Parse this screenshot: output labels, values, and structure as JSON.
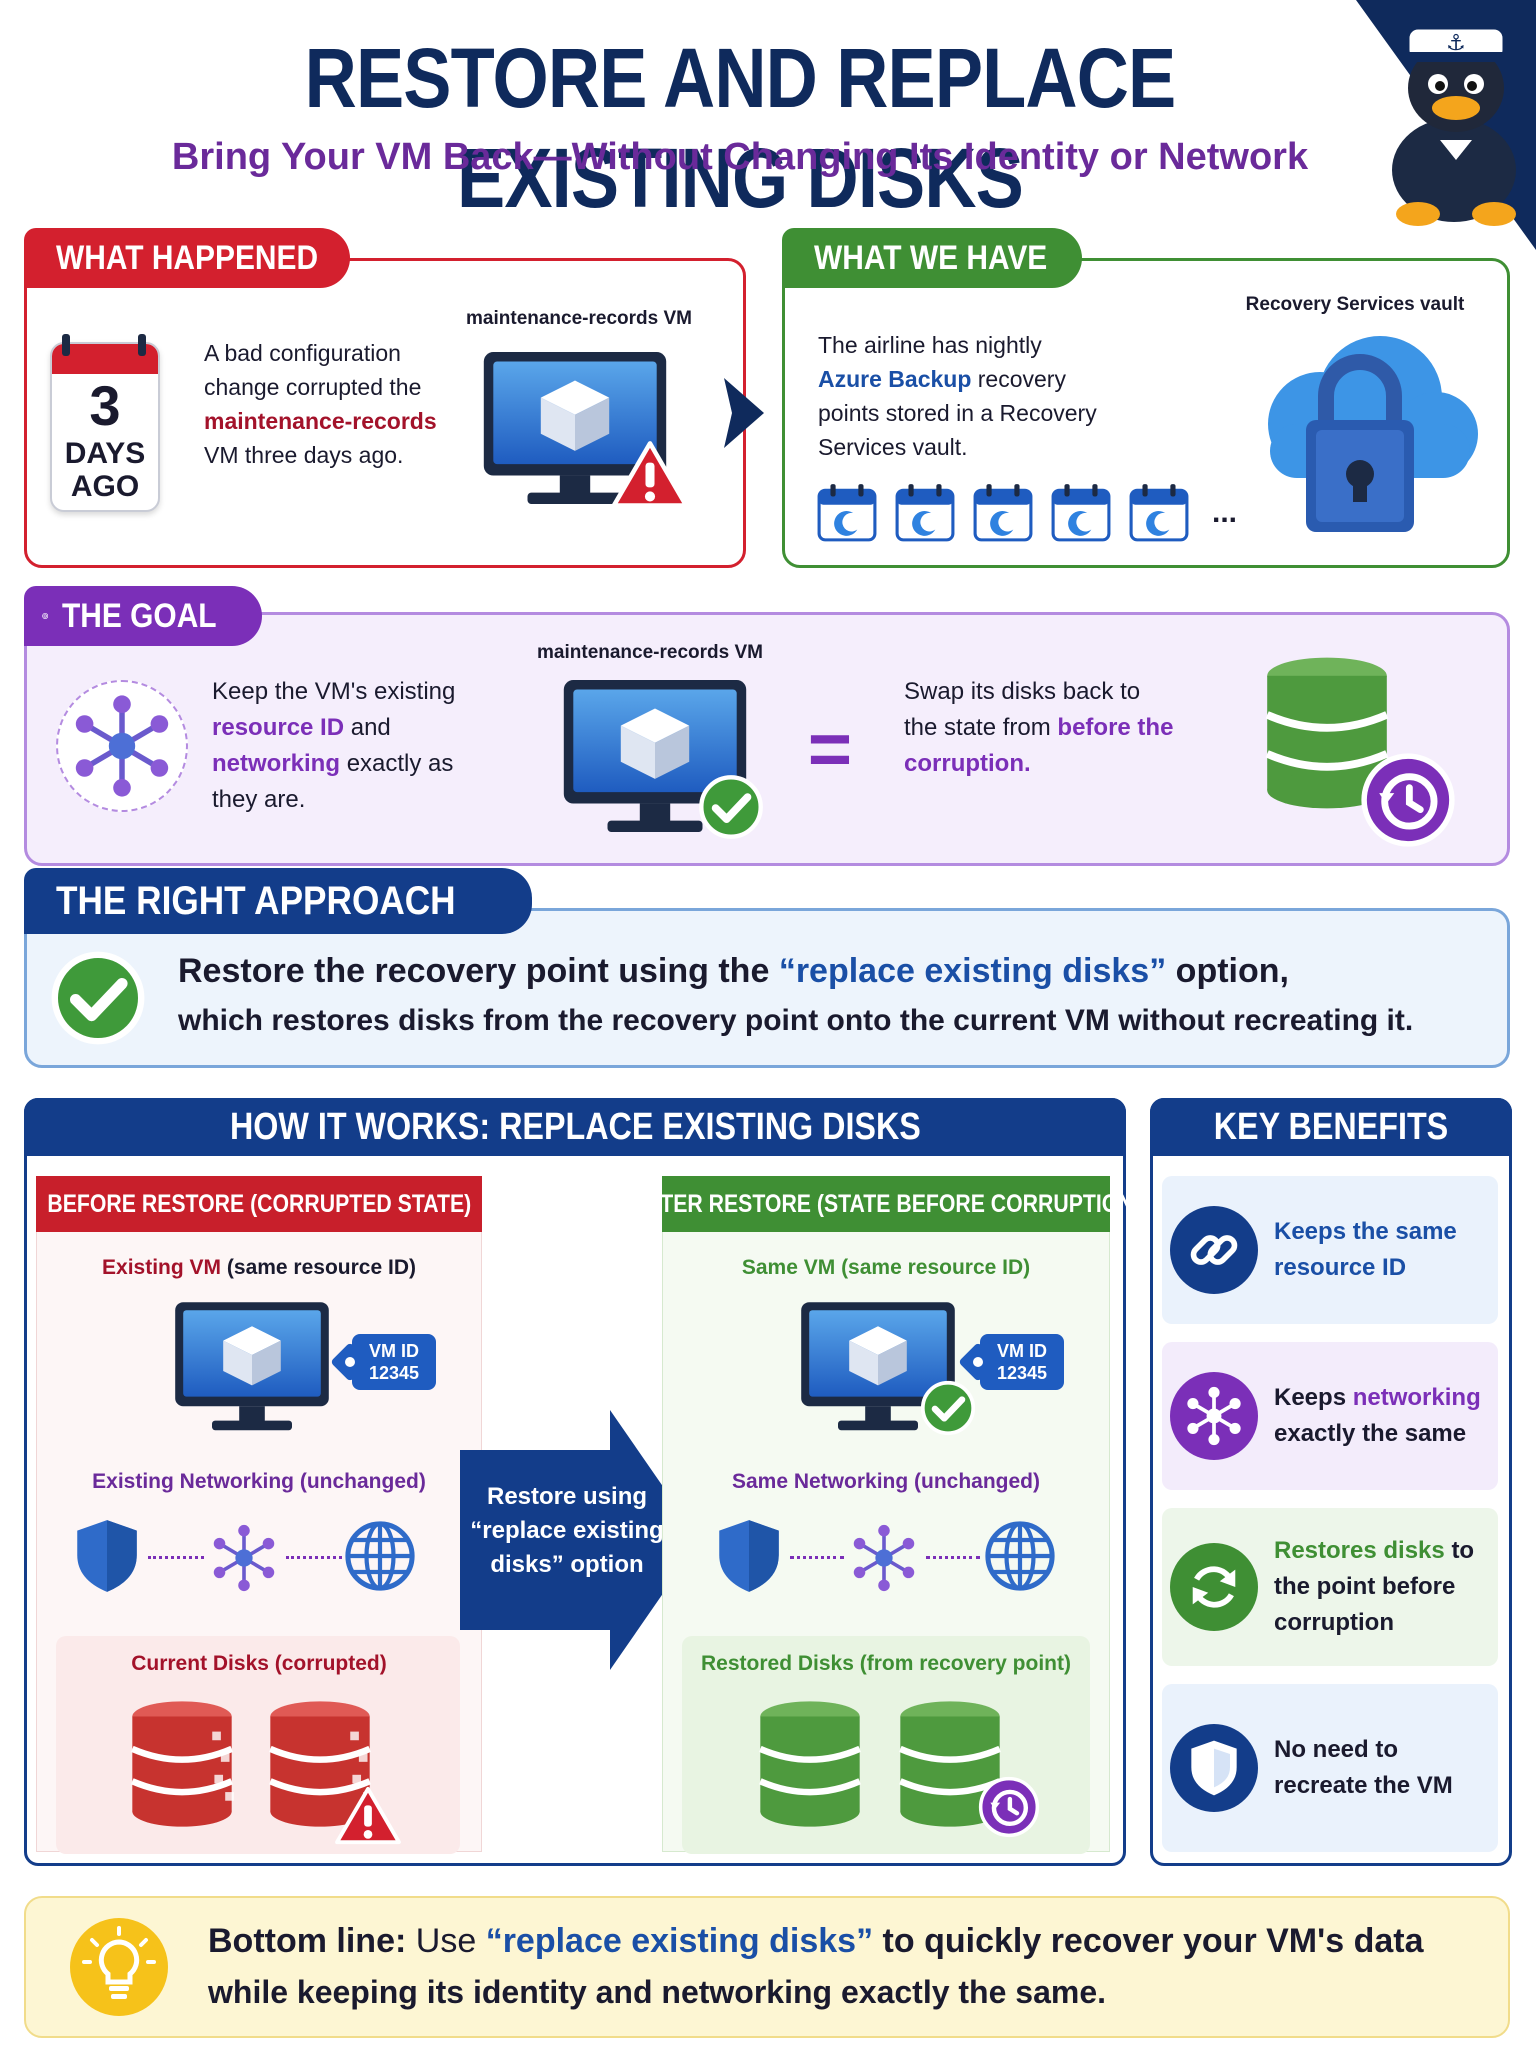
{
  "header": {
    "title": "RESTORE AND REPLACE EXISTING DISKS",
    "subtitle": "Bring Your VM Back—Without Changing Its Identity or Network"
  },
  "what_happened": {
    "tag": "WHAT HAPPENED",
    "calendar_number": "3",
    "calendar_line1": "DAYS",
    "calendar_line2": "AGO",
    "text_1": "A bad configuration change corrupted the",
    "text_highlight": "maintenance-records",
    "text_2": "VM three days ago.",
    "vm_label": "maintenance-records VM"
  },
  "what_we_have": {
    "tag": "WHAT WE HAVE",
    "text_1": "The airline has nightly",
    "text_highlight": "Azure Backup",
    "text_2": "recovery points stored in a Recovery Services vault.",
    "vault_label": "Recovery Services vault",
    "ellipsis": "..."
  },
  "goal": {
    "tag": "THE GOAL",
    "left_1": "Keep the VM's existing",
    "left_h1": "resource ID",
    "left_2": "and",
    "left_h2": "networking",
    "left_3": "exactly as they are.",
    "vm_label": "maintenance-records VM",
    "equals": "=",
    "right_1": "Swap its disks back to the state from",
    "right_h": "before the corruption."
  },
  "approach": {
    "tag": "THE RIGHT APPROACH",
    "line1_pre": "Restore the recovery point using the",
    "line1_highlight": "“replace existing disks”",
    "line1_post": "option,",
    "line2": "which restores disks from the recovery point onto the current VM without recreating it."
  },
  "how_it_works": {
    "title": "HOW IT WORKS: REPLACE EXISTING DISKS",
    "before": {
      "head": "BEFORE RESTORE (CORRUPTED STATE)",
      "vm_label_h": "Existing VM",
      "vm_label_rest": "(same resource ID)",
      "vm_id_1": "VM ID",
      "vm_id_2": "12345",
      "net_label": "Existing Networking (unchanged)",
      "disks_label": "Current Disks (corrupted)"
    },
    "arrow": {
      "line1": "Restore using",
      "line2": "“replace existing",
      "line3": "disks” option"
    },
    "after": {
      "head": "AFTER RESTORE (STATE BEFORE CORRUPTION)",
      "vm_label_h": "Same VM",
      "vm_label_rest": "(same resource ID)",
      "vm_id_1": "VM ID",
      "vm_id_2": "12345",
      "net_label": "Same Networking (unchanged)",
      "disks_label_h": "Restored Disks",
      "disks_label_rest": "(from recovery point)"
    }
  },
  "benefits": {
    "title": "KEY BENEFITS",
    "b1_h": "Keeps the same resource ID",
    "b2_pre": "Keeps",
    "b2_h": "networking",
    "b2_post": "exactly the same",
    "b3_h": "Restores disks",
    "b3_post": "to the point before corruption",
    "b4": "No need to recreate the VM"
  },
  "bottom": {
    "lead": "Bottom line:",
    "pre": "Use",
    "highlight": "“replace existing disks”",
    "post": "to quickly recover your VM's data",
    "line2": "while keeping its identity and networking exactly the same."
  },
  "colors": {
    "navy": "#133d8a",
    "red": "#d3202e",
    "green": "#3f8f34",
    "purple": "#7b2fb8",
    "yellow_bg": "#fdf6d3"
  }
}
